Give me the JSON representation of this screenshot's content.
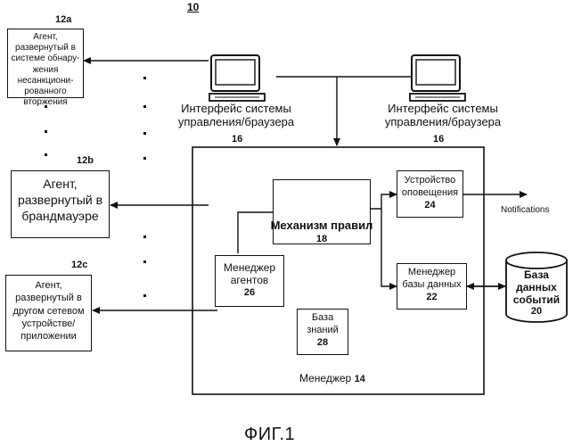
{
  "figure_number": "10",
  "caption": "ФИГ.1",
  "agents": {
    "ids_agent": {
      "text": "Агент, развернутый в системе обнару- жения несанкциони- рованного вторжения",
      "ref": "12a"
    },
    "firewall_agent": {
      "text": "Агент, развернутый в брандмауэре",
      "ref": "12b"
    },
    "device_agent": {
      "text": "Агент, развернутый в другом сетевом устройстве/ приложении",
      "ref": "12c"
    }
  },
  "browser_interfaces": [
    {
      "text": "Интерфейс системы управления/браузера",
      "ref": "16"
    },
    {
      "text": "Интерфейс системы управления/браузера",
      "ref": "16"
    }
  ],
  "manager": {
    "label": "Менеджер",
    "ref": "14",
    "rules_engine": {
      "text": "Механизм правил",
      "ref": "18"
    },
    "notifier": {
      "text": "Устройство оповещения",
      "ref": "24"
    },
    "agent_manager": {
      "text": "Менеджер агентов",
      "ref": "26"
    },
    "db_manager": {
      "text": "Менеджер базы данных",
      "ref": "22"
    },
    "knowledge_base": {
      "text": "База знаний",
      "ref": "28"
    }
  },
  "event_db": {
    "text": "База данных событий",
    "ref": "20"
  },
  "notifications_label": "Notifications"
}
